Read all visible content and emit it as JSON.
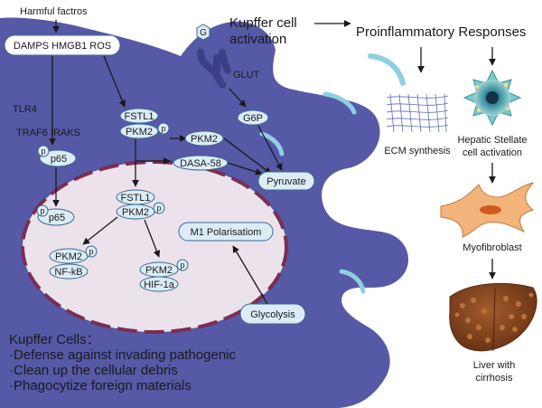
{
  "harmful": "Harmful factros",
  "damps": "DAMPS HMGB1 ROS",
  "tlr4": "TLR4",
  "traf6": "TRAF6 IRAKS",
  "p": "p",
  "p65": "p65",
  "fstl1": "FSTL1",
  "pkm2": "PKM2",
  "dasa": "DASA-58",
  "g": "G",
  "glut": "GLUT",
  "g6p": "G6P",
  "pyruvate": "Pyruvate",
  "nfkb": "NF-kB",
  "hif": "HIF-1a",
  "m1": "M1 Polarisatiom",
  "glycolysis": "Glycolysis",
  "kupffer_line1": "Kupffer cell",
  "kupffer_line2": "activation",
  "proinflammatory": "Proinflammatory Responses",
  "ecm": "ECM synthesis",
  "hsc_line1": "Hepatic Stellate",
  "hsc_line2": "cell activation",
  "myofibroblast": "Myofibroblast",
  "liver_line1": "Liver with",
  "liver_line2": "cirrhosis",
  "kc_title": "Kupffer Cells：",
  "kc_items": [
    "·Defense against invading pathogenic",
    "·Clean up the cellular debris",
    "·Phagocytize foreign materials"
  ],
  "colors": {
    "cell": "#5559a6",
    "nucleus": "#ece2ec",
    "pill": "#dcecf7",
    "liver": "#8a4a22",
    "myofibroblast": "#f2b47a"
  }
}
